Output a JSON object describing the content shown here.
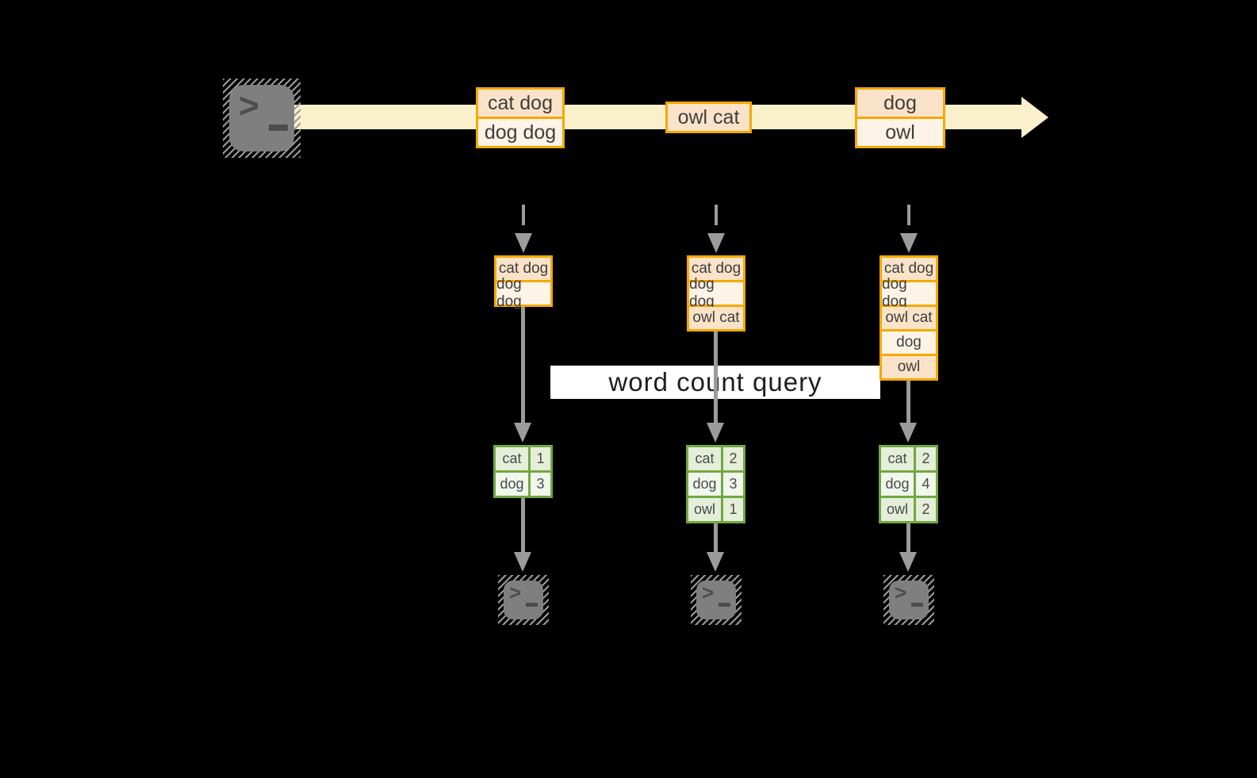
{
  "diagram": {
    "query_label": "word count query",
    "stream": {
      "events": [
        {
          "rows": [
            "cat dog",
            "dog dog"
          ]
        },
        {
          "rows": [
            "owl cat"
          ]
        },
        {
          "rows": [
            "dog",
            "owl"
          ]
        }
      ]
    },
    "workers": [
      {
        "buffer": [
          "cat dog",
          "dog dog"
        ],
        "counts": [
          {
            "word": "cat",
            "count": "1"
          },
          {
            "word": "dog",
            "count": "3"
          }
        ]
      },
      {
        "buffer": [
          "cat dog",
          "dog dog",
          "owl cat"
        ],
        "counts": [
          {
            "word": "cat",
            "count": "2"
          },
          {
            "word": "dog",
            "count": "3"
          },
          {
            "word": "owl",
            "count": "1"
          }
        ]
      },
      {
        "buffer": [
          "cat dog",
          "dog dog",
          "owl cat",
          "dog",
          "owl"
        ],
        "counts": [
          {
            "word": "cat",
            "count": "2"
          },
          {
            "word": "dog",
            "count": "4"
          },
          {
            "word": "owl",
            "count": "2"
          }
        ]
      }
    ],
    "icons": {
      "source_terminal": "terminal-icon",
      "output_terminals": "terminal-icon",
      "terminal_prompt": ">"
    },
    "colors": {
      "stream_band": "#FAF1CC",
      "cell_peach": "#FAE3C8",
      "cell_cream": "#FDF3E6",
      "border_orange": "#F4A900",
      "border_green": "#70A843",
      "cell_green_dark": "#E4EED8",
      "cell_green_light": "#F2F7EC",
      "arrow_gray": "#9B9B9B",
      "terminal_gray": "#7F7F7F",
      "query_band_bg": "#FFFFFF",
      "query_text": "#1E1E1E",
      "label_text": "#3E3E3E"
    }
  }
}
